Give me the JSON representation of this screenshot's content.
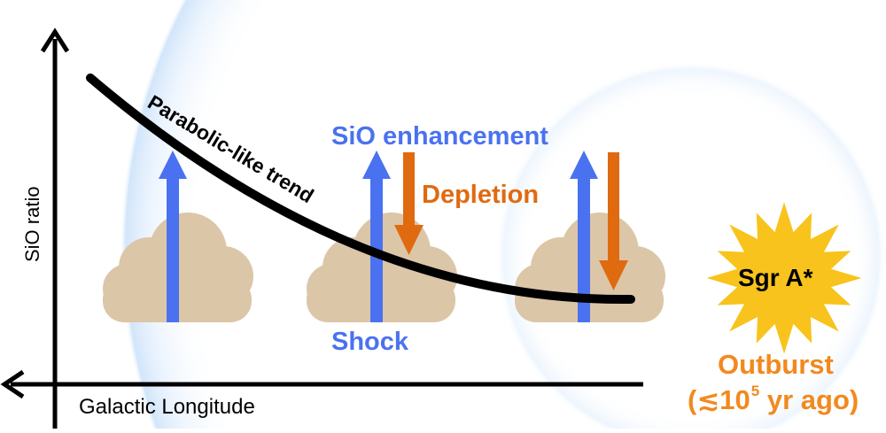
{
  "axes": {
    "y_label": "SiO ratio",
    "x_label": "Galactic Longitude"
  },
  "labels": {
    "trend": "Parabolic-like trend",
    "enhancement": "SiO enhancement",
    "depletion": "Depletion",
    "shock": "Shock",
    "source": "Sgr A*",
    "event": "Outburst",
    "event_time_prefix": "(≲10",
    "event_time_exp": "5",
    "event_time_suffix": " yr ago)"
  },
  "colors": {
    "shock_blue": "#4a72f0",
    "cloud_blue": "#49a6f5",
    "cloud_tan": "#dcc6a8",
    "depletion_orange": "#e06a10",
    "sgr_yellow": "#f8c31c",
    "outburst_orange": "#f2891e",
    "halo_blue": "#cfe4fb"
  },
  "clouds": [
    {
      "name": "cloud-1",
      "tan_fraction": 0.0
    },
    {
      "name": "cloud-2",
      "tan_fraction": 0.5
    },
    {
      "name": "cloud-3",
      "tan_fraction": 0.72
    }
  ]
}
